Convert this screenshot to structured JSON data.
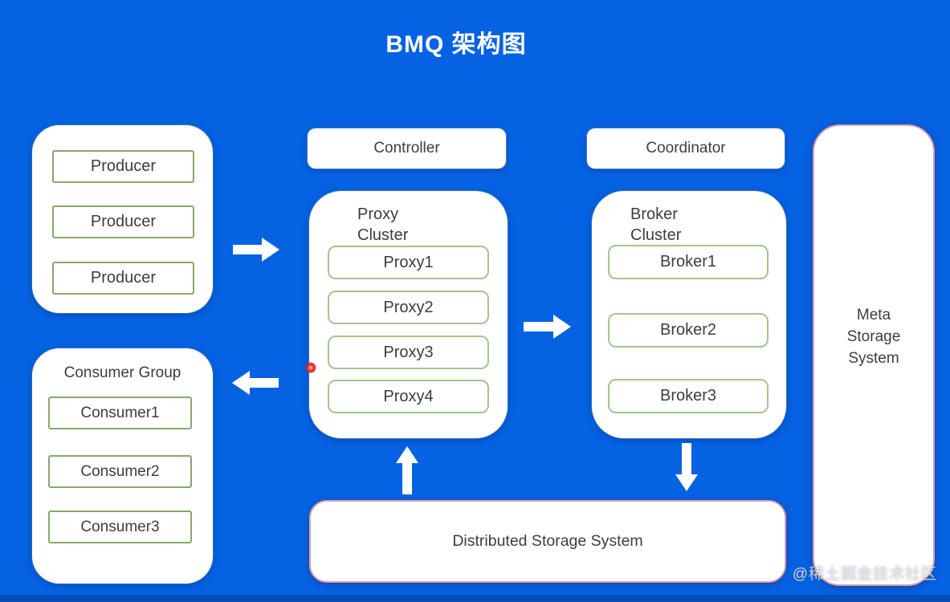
{
  "title": "BMQ 架构图",
  "watermark": "@稀土掘金技术社区",
  "producer_group": {
    "items": [
      "Producer",
      "Producer",
      "Producer"
    ]
  },
  "consumer_group": {
    "title": "Consumer Group",
    "items": [
      "Consumer1",
      "Consumer2",
      "Consumer3"
    ]
  },
  "controller": {
    "label": "Controller"
  },
  "coordinator": {
    "label": "Coordinator"
  },
  "proxy_cluster": {
    "title_line1": "Proxy",
    "title_line2": "Cluster",
    "items": [
      "Proxy1",
      "Proxy2",
      "Proxy3",
      "Proxy4"
    ]
  },
  "broker_cluster": {
    "title_line1": "Broker",
    "title_line2": "Cluster",
    "items": [
      "Broker1",
      "Broker2",
      "Broker3"
    ]
  },
  "meta_storage": {
    "line1": "Meta",
    "line2": "Storage",
    "line3": "System"
  },
  "distributed_storage": {
    "label": "Distributed Storage System"
  },
  "arrows": [
    {
      "name": "producers-to-proxy-cluster",
      "direction": "right"
    },
    {
      "name": "proxy-cluster-to-consumer-group",
      "direction": "left"
    },
    {
      "name": "proxy-cluster-to-broker-cluster",
      "direction": "right"
    },
    {
      "name": "distributed-storage-to-proxy-cluster",
      "direction": "up"
    },
    {
      "name": "broker-cluster-to-distributed-storage",
      "direction": "down"
    }
  ],
  "colors": {
    "background": "#0562e2",
    "node_border_green": "#86a96b",
    "node_border_green_light": "#a5c48e",
    "storage_border_pink": "#dda3b2",
    "text": "#3d3d3d",
    "arrow": "#ffffff",
    "pointer_dot": "#d61f1f"
  }
}
